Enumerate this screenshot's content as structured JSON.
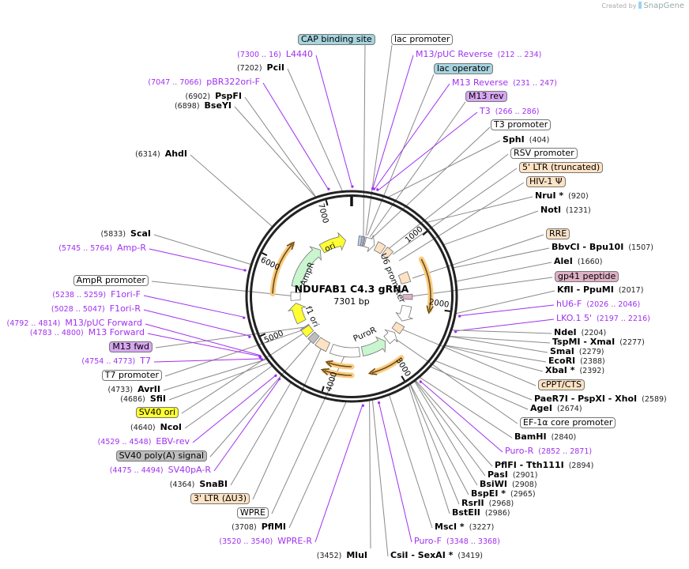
{
  "credit": {
    "prefix": "Created by",
    "brand": "SnapGene"
  },
  "plasmid": {
    "name": "NDUFAB1 C4.3 gRNA",
    "length": "7301 bp",
    "length_bp": 7301
  },
  "ticks": [
    "1000",
    "2000",
    "3000",
    "4000",
    "5000",
    "6000",
    "7000"
  ],
  "feature_labels": {
    "ori": "ori",
    "ampr": "AmpR",
    "f1ori": "f1 ori",
    "u6": "U6 promoter",
    "puror": "PuroR"
  },
  "colors": {
    "primer": "#a030f0",
    "teal": "#a7d4df",
    "peach": "#fde2c4",
    "purple": "#d7a7f0",
    "gp41": "#dfb1c6",
    "yellow": "#ffff33",
    "gray": "#bdbdbd",
    "green": "#c9f5cf",
    "orange": "#f9cb7e"
  },
  "labels": [
    {
      "kind": "feature",
      "name": "CAP binding site",
      "color": "#a7d4df"
    },
    {
      "kind": "feature",
      "name": "lac promoter",
      "color": "#ffffff"
    },
    {
      "kind": "primer",
      "name": "L4440",
      "pos": "(7300 .. 16)"
    },
    {
      "kind": "primer",
      "name": "M13/pUC Reverse",
      "pos": "(212 .. 234)"
    },
    {
      "kind": "feature",
      "name": "lac operator",
      "color": "#a7d4df"
    },
    {
      "kind": "primer",
      "name": "M13 Reverse",
      "pos": "(231 .. 247)"
    },
    {
      "kind": "feature",
      "name": "M13 rev",
      "color": "#d7a7f0"
    },
    {
      "kind": "primer",
      "name": "T3",
      "pos": "(266 .. 286)"
    },
    {
      "kind": "feature",
      "name": "T3 promoter",
      "color": "#ffffff"
    },
    {
      "kind": "enzyme",
      "name": "SphI",
      "pos": "(404)"
    },
    {
      "kind": "feature",
      "name": "RSV promoter",
      "color": "#ffffff"
    },
    {
      "kind": "feature",
      "name": "5' LTR (truncated)",
      "color": "#fde2c4"
    },
    {
      "kind": "feature",
      "name": "HIV-1 Ψ",
      "color": "#fde2c4"
    },
    {
      "kind": "enzyme",
      "name": "NruI *",
      "pos": "(920)"
    },
    {
      "kind": "enzyme",
      "name": "NotI",
      "pos": "(1231)"
    },
    {
      "kind": "feature",
      "name": "RRE",
      "color": "#fde2c4"
    },
    {
      "kind": "enzyme",
      "name": "BbvCI  -  Bpu10I",
      "pos": "(1507)"
    },
    {
      "kind": "enzyme",
      "name": "AleI",
      "pos": "(1660)"
    },
    {
      "kind": "feature",
      "name": "gp41 peptide",
      "color": "#dfb1c6"
    },
    {
      "kind": "enzyme",
      "name": "KflI  -  PpuMI",
      "pos": "(2017)"
    },
    {
      "kind": "primer",
      "name": "hU6-F",
      "pos": "(2026 .. 2046)"
    },
    {
      "kind": "primer",
      "name": "LKO.1 5'",
      "pos": "(2197 .. 2216)"
    },
    {
      "kind": "enzyme",
      "name": "NdeI",
      "pos": "(2204)"
    },
    {
      "kind": "enzyme",
      "name": "TspMI  -  XmaI",
      "pos": "(2277)"
    },
    {
      "kind": "enzyme",
      "name": "SmaI",
      "pos": "(2279)"
    },
    {
      "kind": "enzyme",
      "name": "EcoRI",
      "pos": "(2388)"
    },
    {
      "kind": "enzyme",
      "name": "XbaI *",
      "pos": "(2392)"
    },
    {
      "kind": "feature",
      "name": "cPPT/CTS",
      "color": "#fde2c4"
    },
    {
      "kind": "enzyme",
      "name": "PaeR7I  -  PspXI  -  XhoI",
      "pos": "(2589)"
    },
    {
      "kind": "enzyme",
      "name": "AgeI",
      "pos": "(2674)"
    },
    {
      "kind": "feature",
      "name": "EF-1α core promoter",
      "color": "#ffffff"
    },
    {
      "kind": "enzyme",
      "name": "BamHI",
      "pos": "(2840)"
    },
    {
      "kind": "primer",
      "name": "Puro-R",
      "pos": "(2852 .. 2871)"
    },
    {
      "kind": "enzyme",
      "name": "PflFI  -  Tth111I",
      "pos": "(2894)"
    },
    {
      "kind": "enzyme",
      "name": "PasI",
      "pos": "(2901)"
    },
    {
      "kind": "enzyme",
      "name": "BsiWI",
      "pos": "(2908)"
    },
    {
      "kind": "enzyme",
      "name": "BspEI *",
      "pos": "(2965)"
    },
    {
      "kind": "enzyme",
      "name": "RsrII",
      "pos": "(2968)"
    },
    {
      "kind": "enzyme",
      "name": "BstEII",
      "pos": "(2986)"
    },
    {
      "kind": "enzyme",
      "name": "MscI *",
      "pos": "(3227)"
    },
    {
      "kind": "primer",
      "name": "Puro-F",
      "pos": "(3348 .. 3368)"
    },
    {
      "kind": "enzyme",
      "name": "CsiI  -  SexAI *",
      "pos": "(3419)"
    },
    {
      "kind": "enzyme",
      "name": "MluI",
      "pos": "(3452)"
    },
    {
      "kind": "primer",
      "name": "WPRE-R",
      "pos": "(3520 .. 3540)"
    },
    {
      "kind": "enzyme",
      "name": "PflMI",
      "pos": "(3708)"
    },
    {
      "kind": "feature",
      "name": "WPRE",
      "color": "#ffffff"
    },
    {
      "kind": "feature",
      "name": "3' LTR (ΔU3)",
      "color": "#fde2c4"
    },
    {
      "kind": "enzyme",
      "name": "SnaBI",
      "pos": "(4364)"
    },
    {
      "kind": "primer",
      "name": "SV40pA-R",
      "pos": "(4475 .. 4494)"
    },
    {
      "kind": "feature",
      "name": "SV40 poly(A) signal",
      "color": "#bdbdbd"
    },
    {
      "kind": "primer",
      "name": "EBV-rev",
      "pos": "(4529 .. 4548)"
    },
    {
      "kind": "enzyme",
      "name": "NcoI",
      "pos": "(4640)"
    },
    {
      "kind": "feature",
      "name": "SV40 ori",
      "color": "#ffff33"
    },
    {
      "kind": "enzyme",
      "name": "SfiI",
      "pos": "(4686)"
    },
    {
      "kind": "enzyme",
      "name": "AvrII",
      "pos": "(4733)"
    },
    {
      "kind": "feature",
      "name": "T7 promoter",
      "color": "#ffffff"
    },
    {
      "kind": "primer",
      "name": "T7",
      "pos": "(4754 .. 4773)"
    },
    {
      "kind": "feature",
      "name": "M13 fwd",
      "color": "#d7a7f0"
    },
    {
      "kind": "primer",
      "name": "M13 Forward",
      "pos": "(4783 .. 4800)"
    },
    {
      "kind": "primer",
      "name": "M13/pUC Forward",
      "pos": "(4792 .. 4814)"
    },
    {
      "kind": "primer",
      "name": "F1ori-R",
      "pos": "(5028 .. 5047)"
    },
    {
      "kind": "primer",
      "name": "F1ori-F",
      "pos": "(5238 .. 5259)"
    },
    {
      "kind": "feature",
      "name": "AmpR promoter",
      "color": "#ffffff"
    },
    {
      "kind": "primer",
      "name": "Amp-R",
      "pos": "(5745 .. 5764)"
    },
    {
      "kind": "enzyme",
      "name": "ScaI",
      "pos": "(5833)"
    },
    {
      "kind": "enzyme",
      "name": "AhdI",
      "pos": "(6314)"
    },
    {
      "kind": "enzyme",
      "name": "BseYI",
      "pos": "(6898)"
    },
    {
      "kind": "enzyme",
      "name": "PspFI",
      "pos": "(6902)"
    },
    {
      "kind": "primer",
      "name": "pBR322ori-F",
      "pos": "(7047 .. 7066)"
    },
    {
      "kind": "enzyme",
      "name": "PciI",
      "pos": "(7202)"
    }
  ]
}
